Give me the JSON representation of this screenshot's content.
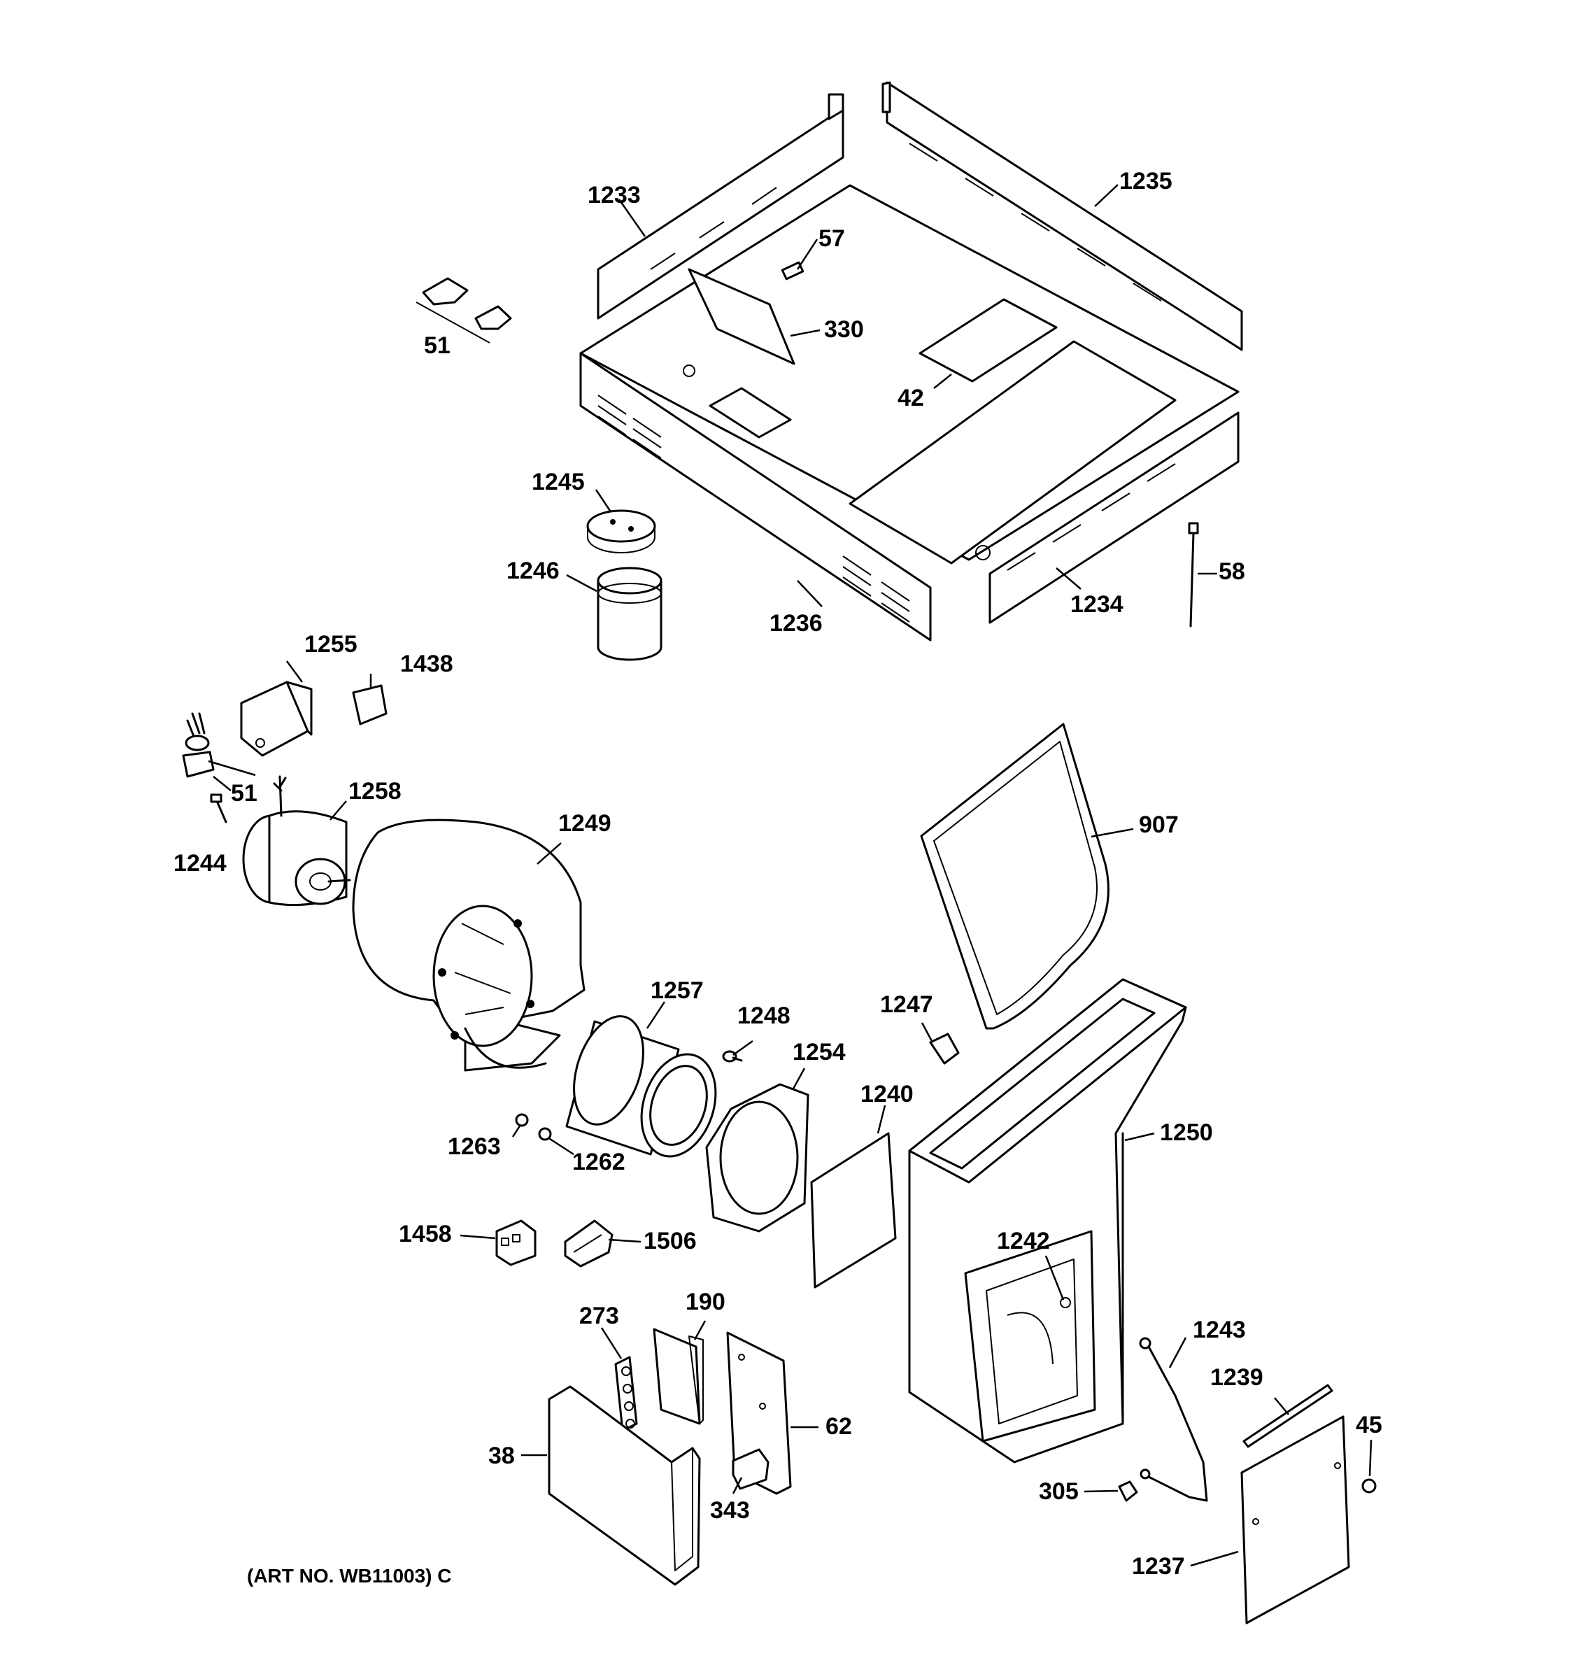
{
  "diagram": {
    "caption": "(ART NO. WB11003) C",
    "part_labels": {
      "p51_top": "51",
      "p51_mid": "51",
      "p1233": "1233",
      "p57": "57",
      "p330": "330",
      "p1235": "1235",
      "p42": "42",
      "p1245": "1245",
      "p1246": "1246",
      "p1236": "1236",
      "p1234": "1234",
      "p58": "58",
      "p1255": "1255",
      "p1438": "1438",
      "p1258": "1258",
      "p1244": "1244",
      "p1249": "1249",
      "p907": "907",
      "p1257": "1257",
      "p1248": "1248",
      "p1247": "1247",
      "p1254": "1254",
      "p1240": "1240",
      "p1250": "1250",
      "p1263": "1263",
      "p1262": "1262",
      "p1458": "1458",
      "p1506": "1506",
      "p1242": "1242",
      "p273": "273",
      "p190": "190",
      "p1243": "1243",
      "p62": "62",
      "p1239": "1239",
      "p45": "45",
      "p38": "38",
      "p305": "305",
      "p343": "343",
      "p1237": "1237"
    }
  }
}
